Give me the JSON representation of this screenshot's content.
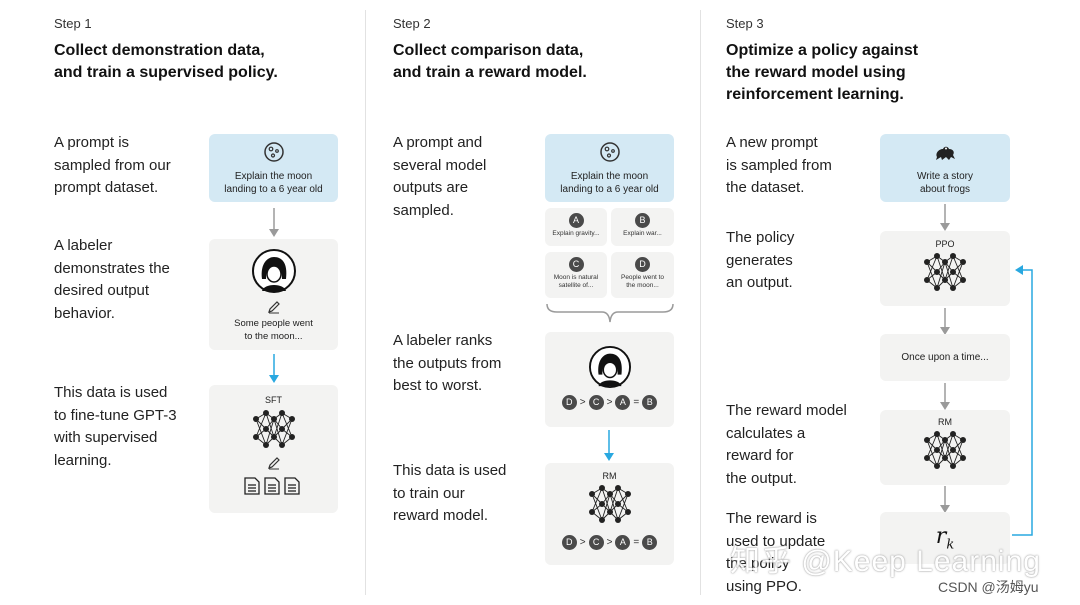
{
  "steps": [
    {
      "label": "Step 1",
      "title": "Collect demonstration data,\nand train a supervised policy.",
      "descriptions": [
        "A prompt is\nsampled from our\nprompt dataset.",
        "A labeler\ndemonstrates the\ndesired output\nbehavior.",
        "This data is used\nto fine-tune GPT-3\nwith supervised\nlearning."
      ],
      "prompt": "Explain the moon\nlanding to a 6 year old",
      "demo_output": "Some people went\nto the moon...",
      "model": "SFT"
    },
    {
      "label": "Step 2",
      "title": "Collect comparison data,\nand train a reward model.",
      "descriptions": [
        "A prompt and\nseveral model\noutputs are\nsampled.",
        "A labeler ranks\nthe outputs from\nbest to worst.",
        "This data is used\nto train our\nreward model."
      ],
      "prompt": "Explain the moon\nlanding to a 6 year old",
      "outputs": [
        {
          "id": "A",
          "text": "Explain gravity..."
        },
        {
          "id": "B",
          "text": "Explain war..."
        },
        {
          "id": "C",
          "text": "Moon is natural\nsatellite of..."
        },
        {
          "id": "D",
          "text": "People went to\nthe moon..."
        }
      ],
      "ranking": [
        "D",
        ">",
        "C",
        ">",
        "A",
        "=",
        "B"
      ],
      "model": "RM"
    },
    {
      "label": "Step 3",
      "title": "Optimize a policy against\nthe reward model using\nreinforcement learning.",
      "descriptions": [
        "A new prompt\nis sampled from\nthe dataset.",
        "The policy\ngenerates\nan output.",
        "The reward model\ncalculates a\nreward for\nthe output.",
        "The reward is\nused to update\nthe policy\nusing PPO."
      ],
      "prompt": "Write a story\nabout frogs",
      "policy_model": "PPO",
      "output": "Once upon a time...",
      "reward_model": "RM",
      "reward_symbol": "r",
      "reward_subscript": "k"
    }
  ],
  "watermarks": {
    "main": "知乎 @Keep Learning",
    "sub": "CSDN @汤姆yu"
  },
  "colors": {
    "prompt_box": "#d4e9f4",
    "box": "#f3f3f2",
    "arrow_blue": "#29a8e0",
    "arrow_gray": "#9a9a9a"
  }
}
